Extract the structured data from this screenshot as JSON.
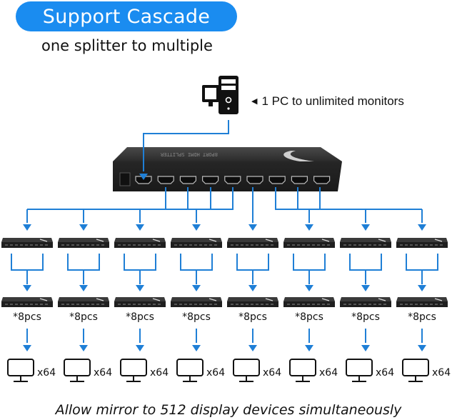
{
  "header": {
    "title": "Support Cascade",
    "subtitle": "one splitter to multiple"
  },
  "source": {
    "icon": "desktop-computer-icon",
    "label": "1 PC to unlimited monitors",
    "pointer_icon": "left-triangle-icon"
  },
  "main_splitter": {
    "icon": "hdmi-splitter-icon",
    "printed_text": "8PORT HDMI SPLITTER",
    "input_ports": 1,
    "output_ports": 8
  },
  "cascade": {
    "level1_splitters": 8,
    "level2_label": "*8pcs",
    "monitor_label": "x64",
    "columns": [
      {
        "count_label": "*8pcs",
        "monitor_label": "x64"
      },
      {
        "count_label": "*8pcs",
        "monitor_label": "x64"
      },
      {
        "count_label": "*8pcs",
        "monitor_label": "x64"
      },
      {
        "count_label": "*8pcs",
        "monitor_label": "x64"
      },
      {
        "count_label": "*8pcs",
        "monitor_label": "x64"
      },
      {
        "count_label": "*8pcs",
        "monitor_label": "x64"
      },
      {
        "count_label": "*8pcs",
        "monitor_label": "x64"
      },
      {
        "count_label": "*8pcs",
        "monitor_label": "x64"
      }
    ]
  },
  "footer": {
    "text": "Allow mirror to 512 display devices simultaneously"
  },
  "colors": {
    "accent": "#1a8cf0",
    "connector_line": "#1f7fd6",
    "device_body": "#2b2b2b",
    "text": "#111111"
  }
}
